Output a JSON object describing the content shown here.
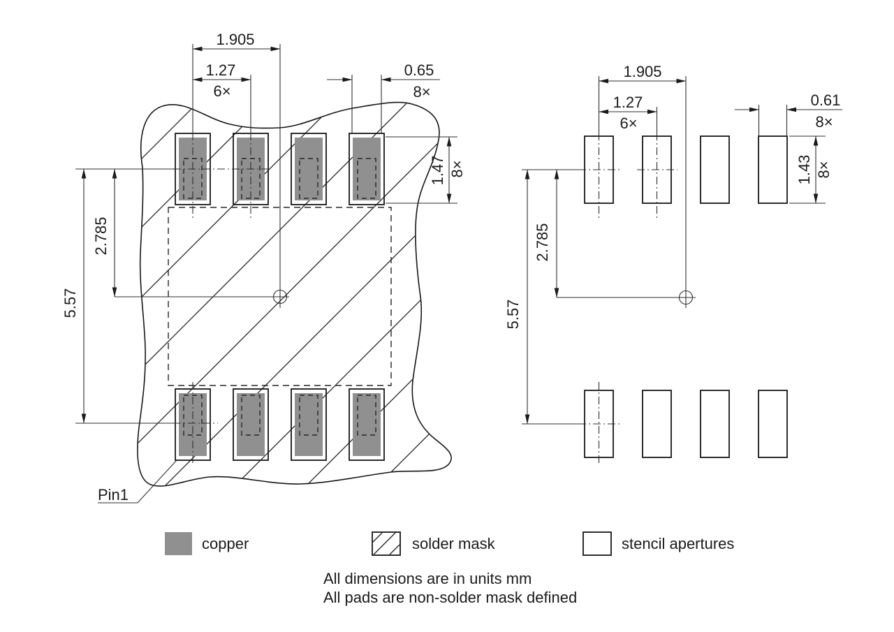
{
  "drawing": {
    "title_hint": "PCB land pattern drawing",
    "copper_view": {
      "dim_1905": "1.905",
      "dim_127": "1.27",
      "dim_127_count": "6×",
      "dim_065": "0.65",
      "dim_065_count": "8×",
      "dim_147": "1.47",
      "dim_147_count": "8×",
      "dim_2785": "2.785",
      "dim_557": "5.57",
      "pin1": "Pin1"
    },
    "stencil_view": {
      "dim_1905": "1.905",
      "dim_127": "1.27",
      "dim_127_count": "6×",
      "dim_061": "0.61",
      "dim_061_count": "8×",
      "dim_143": "1.43",
      "dim_143_count": "8×",
      "dim_2785": "2.785",
      "dim_557": "5.57"
    },
    "legend": {
      "copper": "copper",
      "solder_mask": "solder mask",
      "stencil_apertures": "stencil apertures"
    },
    "notes": {
      "line1": "All dimensions are in units mm",
      "line2": "All pads are non-solder mask defined"
    },
    "colors": {
      "copper_fill": "#909090",
      "line": "#1a1a1a",
      "background": "#ffffff"
    }
  }
}
